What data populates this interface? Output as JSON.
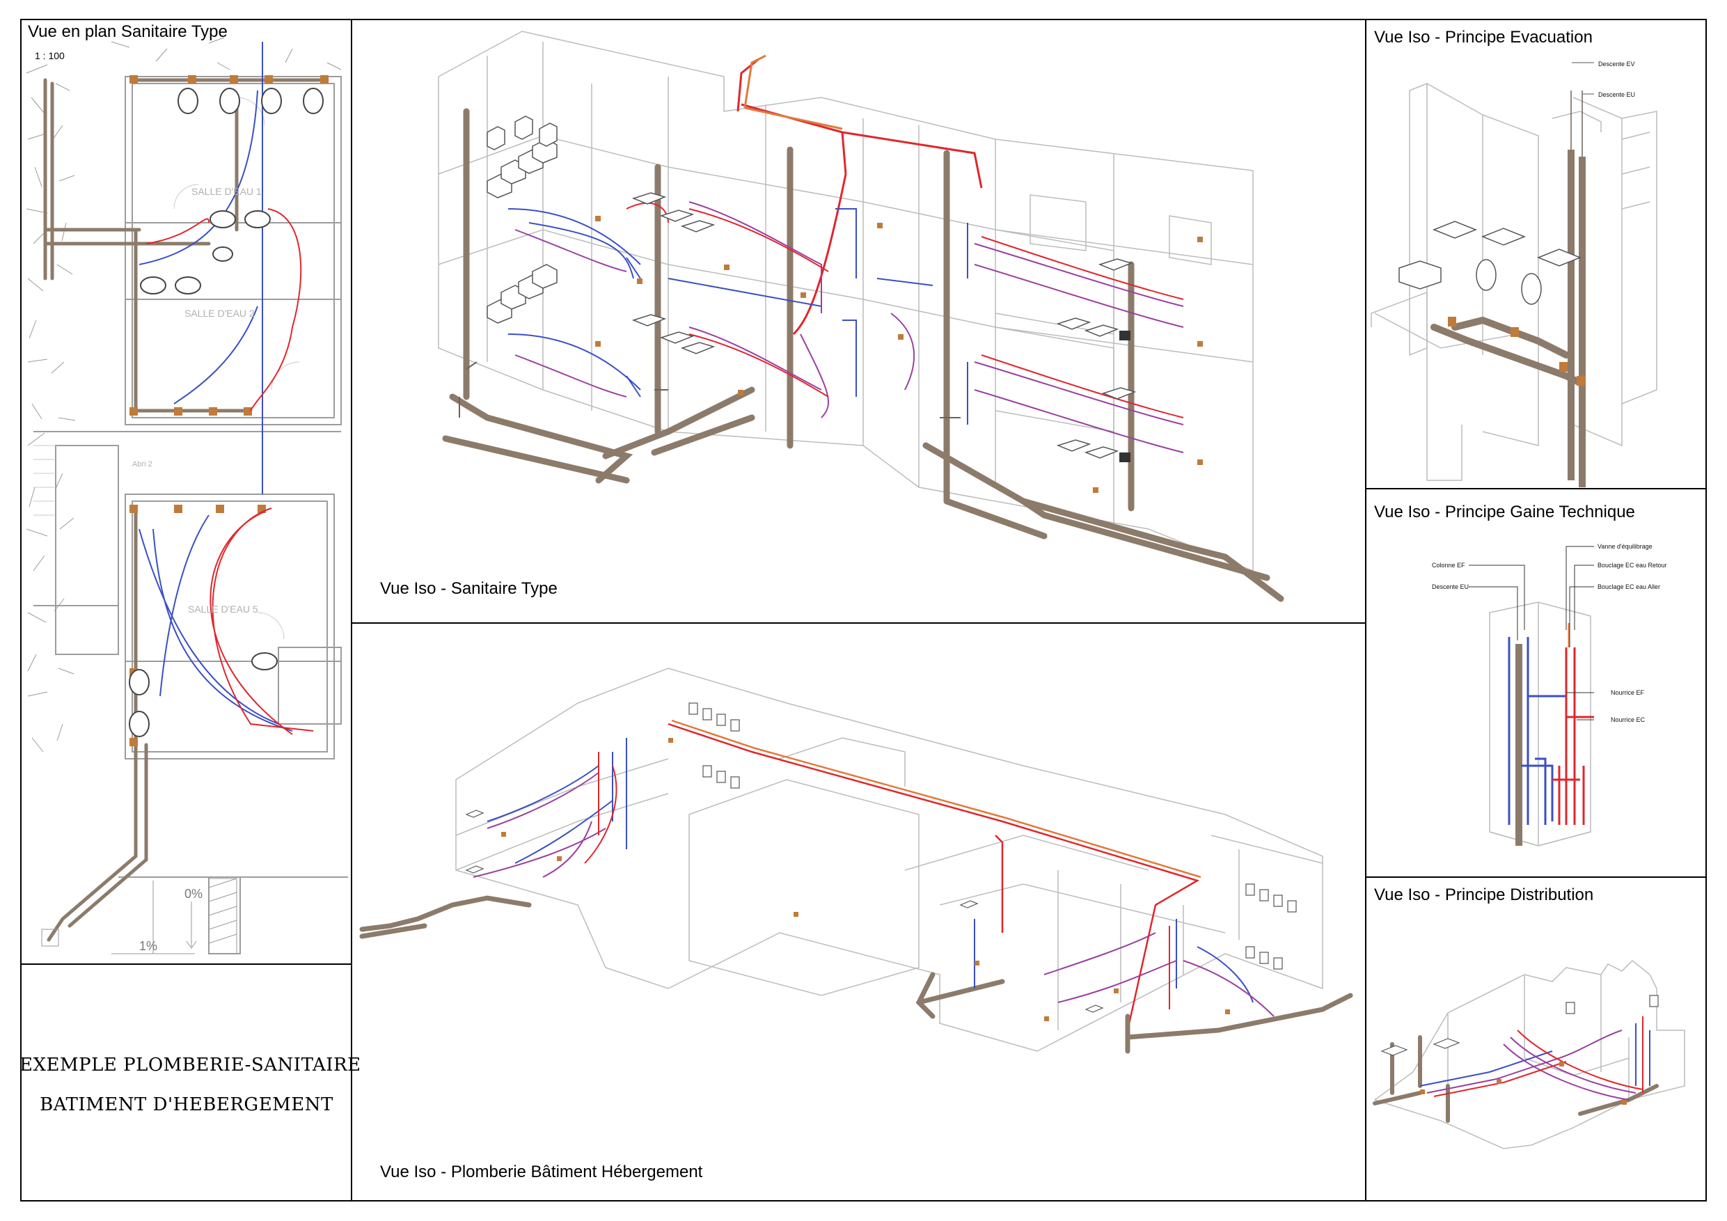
{
  "sheet": {
    "panels": {
      "plan": {
        "title": "Vue en plan Sanitaire Type",
        "scale": "1 : 100"
      },
      "iso_sanitaire": {
        "title": "Vue Iso - Sanitaire Type"
      },
      "iso_batiment": {
        "title": "Vue Iso - Plomberie Bâtiment Hébergement"
      },
      "evacuation": {
        "title": "Vue Iso - Principe Evacuation",
        "labels": [
          "Descente EV",
          "Descente EU"
        ]
      },
      "gaine": {
        "title": "Vue Iso - Principe Gaine Technique",
        "labels": [
          "Vanne d'équilibrage",
          "Colonne EF",
          "Bouclage EC eau Retour",
          "Descente EU",
          "Bouclage EC eau Aller",
          "Nourrice EF",
          "Nourrice EC"
        ]
      },
      "distribution": {
        "title": "Vue Iso - Principe Distribution"
      }
    },
    "plan_labels": {
      "room1": "SALLE D'EAU 1",
      "room2": "SALLE D'EAU 2",
      "room5": "SALLE D'EAU 5",
      "abri": "Abri 2",
      "slope1": "0%",
      "slope2": "1%"
    },
    "title_block": {
      "line1": "EXEMPLE PLOMBERIE-SANITAIRE",
      "line2": "BATIMENT D'HEBERGEMENT"
    }
  },
  "colors": {
    "cold_water": "#3a4fc4",
    "hot_water": "#e0262c",
    "mixed": "#9a3fa0",
    "drain": "#8c7b6a",
    "fitting": "#c07b3a",
    "frame": "#000000",
    "wall": "#b8b8b8"
  }
}
